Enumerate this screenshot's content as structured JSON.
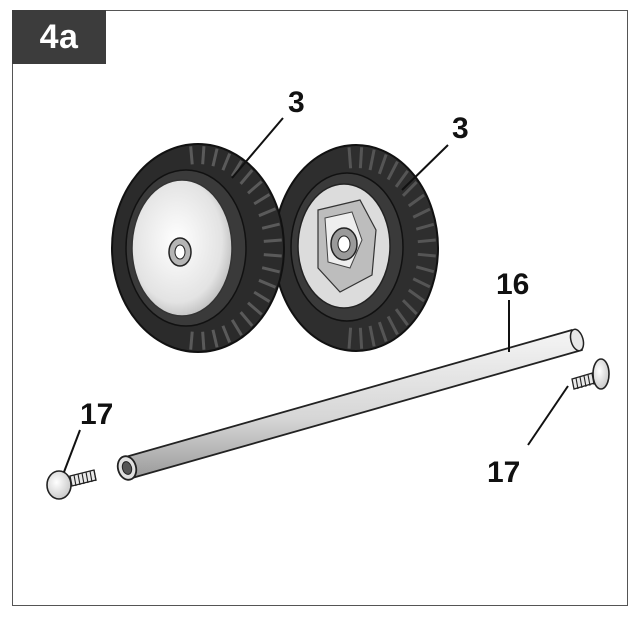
{
  "step": {
    "label": "4a"
  },
  "callouts": {
    "wheel_left": "3",
    "wheel_right": "3",
    "axle": "16",
    "bolt_left": "17",
    "bolt_right": "17"
  },
  "colors": {
    "tire": "#2b2b2b",
    "hub": "#e6e6e6",
    "axle": "#d9d9d9",
    "outline": "#222222",
    "badge": "#3c3c3c"
  }
}
